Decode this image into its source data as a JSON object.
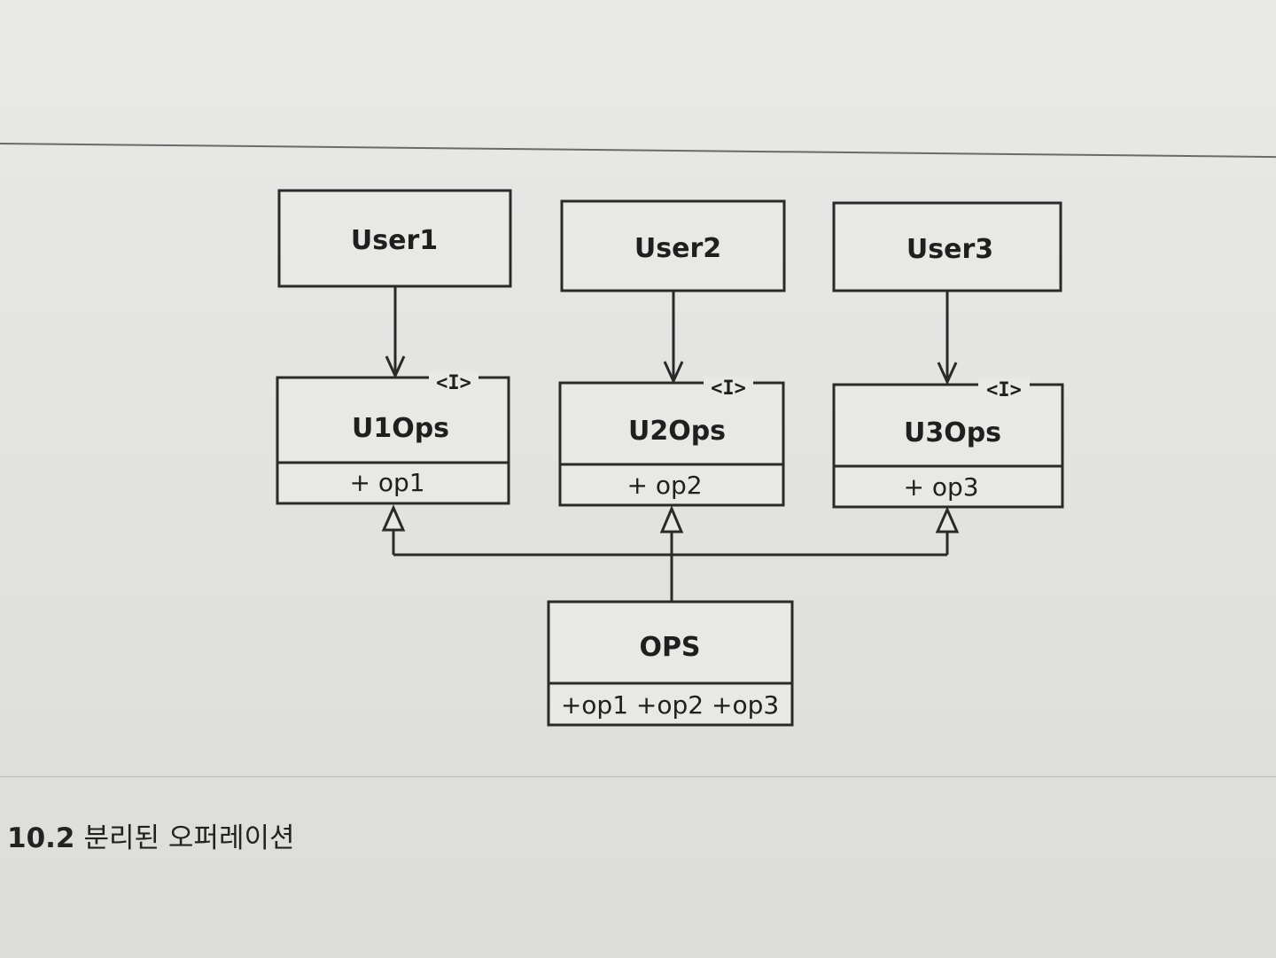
{
  "diagram": {
    "users": [
      "User1",
      "User2",
      "User3"
    ],
    "interfaces": [
      {
        "name": "U1Ops",
        "stereotype": "<I>",
        "operation": "+ op1"
      },
      {
        "name": "U2Ops",
        "stereotype": "<I>",
        "operation": "+ op2"
      },
      {
        "name": "U3Ops",
        "stereotype": "<I>",
        "operation": "+ op3"
      }
    ],
    "implementation": {
      "name": "OPS",
      "operations": "+op1 +op2 +op3"
    }
  },
  "caption": {
    "number": "10.2",
    "title": "분리된 오퍼레이션"
  }
}
